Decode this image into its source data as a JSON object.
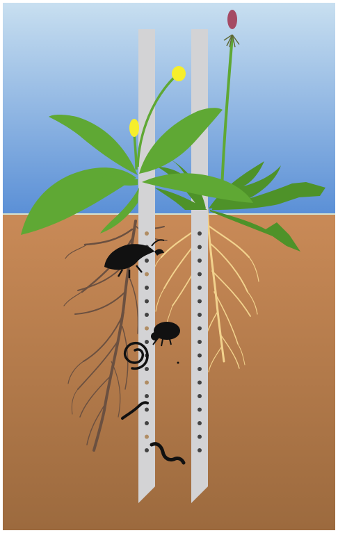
{
  "illustration": {
    "colors": {
      "sky_top": "#c8dff0",
      "sky_bottom": "#5a8fd6",
      "soil_top": "#c98a57",
      "soil_bottom": "#9c6a3e",
      "horizon_line": "#d8e4d0",
      "leaf": "#5fa834",
      "leaf_dark": "#4e9229",
      "stem": "#5fa834",
      "flower_yellow": "#f6ee2c",
      "flower_head_purple": "#a54a64",
      "probe_gray": "#d3d3d5",
      "probe_hole": "#444444",
      "probe_hole_highlight": "#b08d64",
      "dark_roots": "#6b5040",
      "pale_roots": "#f2d28d",
      "creature_silhouette": "#111111"
    },
    "icons": [
      "yellow-flower-plant",
      "dandelion-seedhead-plant",
      "soil-probe-tube",
      "beetle-larva-silhouette",
      "mite-silhouette",
      "coiled-worm-silhouette",
      "earthworm-silhouette"
    ]
  }
}
